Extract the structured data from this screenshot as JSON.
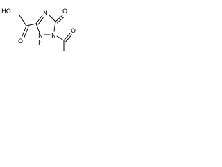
{
  "structure": {
    "labels": {
      "hydroxyl": "HO",
      "acid_carbonyl_oxygen": "O",
      "ring_nitrogen_4": "N",
      "ring_carbonyl_oxygen": "O",
      "ring_nitrogen_1": "N",
      "nh_hydrogen": "H",
      "nh_nitrogen": "N",
      "acetyl_oxygen": "O"
    }
  }
}
